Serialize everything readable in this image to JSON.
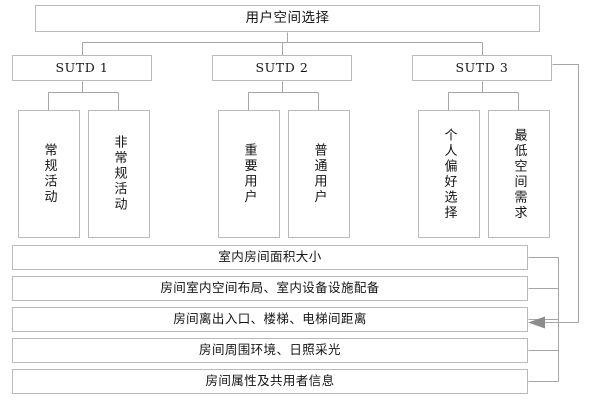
{
  "diagram": {
    "title": "用户空间选择",
    "root": {
      "label": "用户空间选择"
    },
    "groups": [
      {
        "label": "SUTD 1",
        "children": [
          {
            "label": "常规活动"
          },
          {
            "label": "非常规活动"
          }
        ]
      },
      {
        "label": "SUTD 2",
        "children": [
          {
            "label": "重要用户"
          },
          {
            "label": "普通用户"
          }
        ]
      },
      {
        "label": "SUTD 3",
        "children": [
          {
            "label": "个人偏好选择"
          },
          {
            "label": "最低空间需求"
          }
        ]
      }
    ],
    "attributes": [
      {
        "label": "室内房间面积大小"
      },
      {
        "label": "房间室内空间布局、室内设备设施配备"
      },
      {
        "label": "房间离出入口、楼梯、电梯间距离"
      },
      {
        "label": "房间周围环境、日照采光"
      },
      {
        "label": "房间属性及共用者信息"
      }
    ],
    "colors": {
      "box_border": "#b9b9b9",
      "connector": "#a6a6a6",
      "arrow": "#8c8c8c",
      "text": "#141414",
      "background": "#ffffff"
    }
  }
}
